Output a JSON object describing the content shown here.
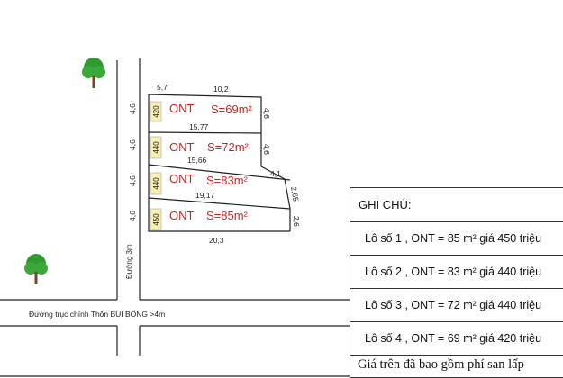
{
  "road_main": "Đường trục chính Thôn BÙI BỐNG >4m",
  "road_side": "Đường 3m",
  "dimensions": {
    "top_left": "5,7",
    "top_right": "10,2",
    "left_1": "4,6",
    "left_2": "4,6",
    "left_3": "4,6",
    "left_4": "4,6",
    "line_1": "15,77",
    "line_2": "15,66",
    "line_3": "19,17",
    "bottom": "20,3",
    "right_1": "4,6",
    "right_2": "4,6",
    "step_1": "4,1",
    "diag_1": "2,65",
    "right_4": "2,6"
  },
  "lots": [
    {
      "price_tag": "420",
      "label": "ONT",
      "area": "S=69m²"
    },
    {
      "price_tag": "440",
      "label": "ONT",
      "area": "S=72m²"
    },
    {
      "price_tag": "440",
      "label": "ONT",
      "area": "S=83m²"
    },
    {
      "price_tag": "450",
      "label": "ONT",
      "area": "S=85m²"
    }
  ],
  "notes": {
    "title": "GHI CHÚ:",
    "items": [
      "Lô số 1 , ONT = 85 m² giá 450 triệu",
      "Lô số 2 , ONT = 83 m² giá 440 triệu",
      "Lô số 3 , ONT = 72 m² giá 440 triệu",
      "Lô số 4 , ONT = 69 m² giá 420 triệu"
    ],
    "price_note": "Giá trên đã bao gồm phí san lấp",
    "price_note_cont": "lấp"
  },
  "colors": {
    "lot_text": "#d21f1f",
    "tag_fill": "#f7f0b0",
    "tree": "#2f9a2f",
    "line": "#222222"
  }
}
